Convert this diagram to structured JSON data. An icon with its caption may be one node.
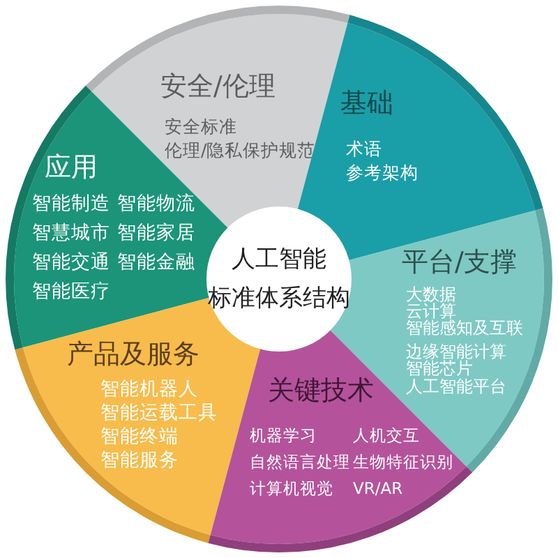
{
  "diagram": {
    "nodes": [
      {
        "text": [
          "安全/伦理",
          "安全标准",
          "伦理/隐私保护规范"
        ]
      },
      {
        "text": [
          "基础",
          "术语",
          "参考架构"
        ]
      },
      {
        "text": [
          "应用",
          "智能制造",
          "智能物流",
          "智慧城市",
          "智能家居",
          "智能交通",
          "智能金融",
          "智能医疗"
        ]
      },
      {
        "text": [
          "人工智能标准体系结构"
        ]
      },
      {
        "text": [
          "平台/支撑",
          "大数据",
          "云计算",
          "智能感知及互联",
          "边缘智能计算",
          "智能芯片",
          "人工智能平台"
        ]
      },
      {
        "text": [
          "产品及服务",
          "智能机器人",
          "智能运载工具",
          "智能终端",
          "智能服务"
        ]
      },
      {
        "text": [
          "关键技术",
          "机器学习",
          "人机交互",
          "自然语言处理",
          "生物特征识别",
          "计算机视觉",
          "VR/AR"
        ]
      }
    ]
  }
}
